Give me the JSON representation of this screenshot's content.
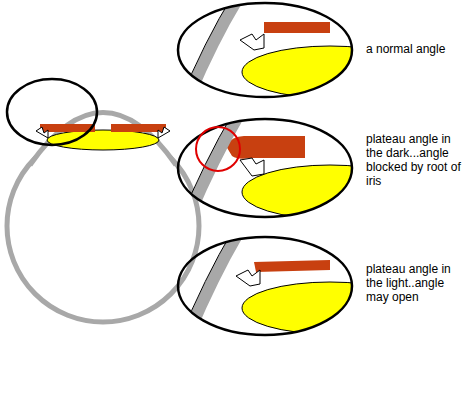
{
  "diagram": {
    "labels": [
      "a normal angle",
      "plateau angle in the dark...angle blocked by root of iris",
      "plateau angle in the light..angle may open"
    ]
  }
}
